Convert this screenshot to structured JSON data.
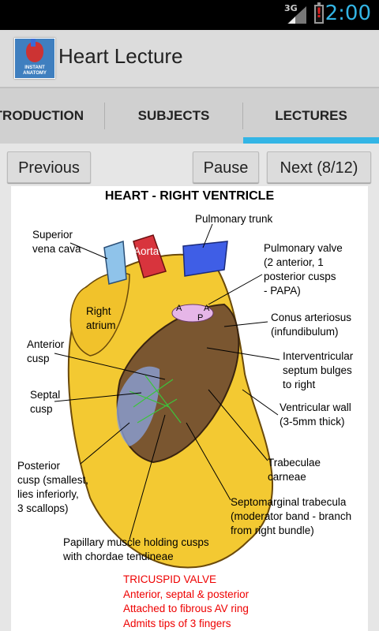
{
  "status_bar": {
    "network": "3G",
    "time": "2:00"
  },
  "action_bar": {
    "title": "Heart Lecture",
    "icon_text": "INSTANT ANATOMY"
  },
  "tabs": [
    {
      "label": "TRODUCTION"
    },
    {
      "label": "SUBJECTS"
    },
    {
      "label": "LECTURES"
    }
  ],
  "controls": {
    "previous": "Previous",
    "pause": "Pause",
    "next": "Next (8/12)"
  },
  "slide": {
    "title": "HEART - RIGHT VENTRICLE",
    "labels": {
      "pulmonary_trunk": "Pulmonary trunk",
      "svc_1": "Superior",
      "svc_2": "vena cava",
      "aorta": "Aorta",
      "pv_1": "Pulmonary valve",
      "pv_2": "(2 anterior, 1",
      "pv_3": "posterior cusps",
      "pv_4": "- PAPA)",
      "ra_1": "Right",
      "ra_2": "atrium",
      "cusp_a": "A",
      "cusp_a2": "A",
      "cusp_p": "P",
      "conus_1": "Conus arteriosus",
      "conus_2": "(infundibulum)",
      "ant_1": "Anterior",
      "ant_2": "cusp",
      "ivs_1": "Interventricular",
      "ivs_2": "septum bulges",
      "ivs_3": "to right",
      "sep_1": "Septal",
      "sep_2": "cusp",
      "vw_1": "Ventricular wall",
      "vw_2": "(3-5mm thick)",
      "post_1": "Posterior",
      "post_2": "cusp (smallest,",
      "post_3": "lies inferiorly,",
      "post_4": "3 scallops)",
      "tc_1": "Trabeculae",
      "tc_2": "carneae",
      "smt_1": "Septomarginal trabecula",
      "smt_2": "(moderator band - branch",
      "smt_3": "from right bundle)",
      "pm_1": "Papillary muscle holding cusps",
      "pm_2": "with chordae tendineae"
    },
    "notes": [
      "TRICUSPID VALVE",
      "Anterior, septal & posterior",
      "Attached to fibrous AV ring",
      "Admits tips of 3 fingers"
    ]
  }
}
